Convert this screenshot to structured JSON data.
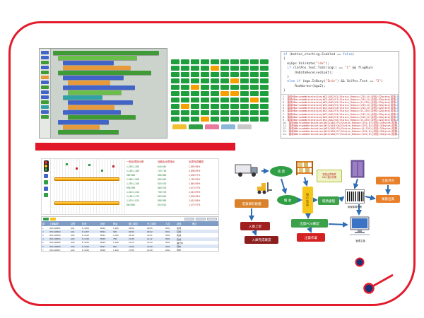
{
  "colors": {
    "accent_red": "#e31c2d",
    "block_green": "#3f9b35",
    "block_blue": "#4263c7",
    "block_orange": "#e8993a",
    "grid_green": "#1f9e3e",
    "grid_orange": "#f59f00",
    "arrow_blue": "#2e6db4",
    "dot_navy": "#16337a"
  },
  "block_editor": {
    "palette_colors": [
      "#4263c7",
      "#4263c7",
      "#3f9b35",
      "#4263c7",
      "#3f9b35",
      "#e8993a",
      "#4263c7",
      "#3f9b35",
      "#4263c7",
      "#4263c7",
      "#3f9b35",
      "#2fa3a3",
      "#4263c7",
      "#3f9b35"
    ],
    "rows": [
      {
        "indent": 0,
        "color": "#3f9b35",
        "w": 150
      },
      {
        "indent": 1,
        "color": "#6abf4b",
        "w": 112
      },
      {
        "indent": 2,
        "color": "#4263c7",
        "w": 72
      },
      {
        "indent": 2,
        "color": "#e8993a",
        "w": 96
      },
      {
        "indent": 1,
        "color": "#3f9b35",
        "w": 132
      },
      {
        "indent": 2,
        "color": "#4263c7",
        "w": 86
      },
      {
        "indent": 3,
        "color": "#e8993a",
        "w": 60
      },
      {
        "indent": 2,
        "color": "#4263c7",
        "w": 102
      },
      {
        "indent": 3,
        "color": "#6abf4b",
        "w": 76
      },
      {
        "indent": 2,
        "color": "#2fa3a3",
        "w": 56
      },
      {
        "indent": 3,
        "color": "#4263c7",
        "w": 92
      },
      {
        "indent": 3,
        "color": "#e8993a",
        "w": 66
      },
      {
        "indent": 2,
        "color": "#4263c7",
        "w": 82
      },
      {
        "indent": 3,
        "color": "#3f9b35",
        "w": 96
      },
      {
        "indent": 1,
        "color": "#4263c7",
        "w": 72
      },
      {
        "indent": 2,
        "color": "#e8993a",
        "w": 52
      },
      {
        "indent": 1,
        "color": "#3f9b35",
        "w": 86
      }
    ]
  },
  "node_grid": {
    "green": "#1f9e3e",
    "orange": "#f59f00",
    "rows": [
      "GGGGGGGGGG",
      "GGGGOGGGGG",
      "GGGGGGGGGG",
      "GGGGGGOGGG",
      "GGOGGGGGGG",
      "GGGGGOOGGG",
      "GGGGGGGGOG",
      "GOGGGGGGGG",
      "GGGGGGGGGG",
      "GGGOGGGGGG"
    ],
    "tabs": [
      "#f0c030",
      "#2f9e44",
      "#e87aa0",
      "#8bb8d8",
      "#c8c8c8"
    ]
  },
  "code_panel": {
    "code_lines": [
      [
        {
          "t": "if ",
          "c": "#2a6bd4"
        },
        {
          "t": "(button_starting.Enabled == "
        },
        {
          "t": "false",
          "c": "#2a6bd4"
        },
        {
          "t": ")"
        }
      ],
      [
        {
          "t": "{"
        }
      ],
      [
        {
          "t": "  myGps.Validate("
        },
        {
          "t": "\"idx\"",
          "c": "#c0392b"
        },
        {
          "t": ");"
        }
      ],
      [
        {
          "t": "  "
        },
        {
          "t": "if ",
          "c": "#2a6bd4"
        },
        {
          "t": "(lblPos.Text.ToString() == "
        },
        {
          "t": "\"1\"",
          "c": "#c0392b"
        },
        {
          "t": " && flagRun)"
        }
      ],
      [
        {
          "t": "      OnDataReceived(pkt);"
        }
      ],
      [
        {
          "t": "  }"
        }
      ],
      [
        {
          "t": "  "
        },
        {
          "t": "else if ",
          "c": "#2a6bd4"
        },
        {
          "t": "(bgw.IsBusy("
        },
        {
          "t": "\"Init\"",
          "c": "#c0392b"
        },
        {
          "t": ") && lblPos.Text == "
        },
        {
          "t": "\"2\"",
          "c": "#c0392b"
        },
        {
          "t": ")"
        }
      ],
      [
        {
          "t": "      RunWorker(bgw2);"
        }
      ],
      [
        {
          "t": "}"
        }
      ]
    ],
    "log_lines": [
      {
        "no": "1",
        "body": "接收#BarcodeWorkstation|WCS/A02/G1/Status_Rebox=(255,0)|封包=32bytes|檢核",
        "tail": "→回應OK"
      },
      {
        "no": "2",
        "body": "接收#BarcodeWorkstation|WCS/A02/F1/Status_Rebox=(255,0)|封包=32bytes|檢核",
        "tail": "→回應OK"
      },
      {
        "no": "3",
        "body": "接收#BarcodeWorkstation|WCS/A02/G2/Status_Rebox=(0,255)|封包=32bytes|檢核",
        "tail": "→回應OK"
      },
      {
        "no": "4",
        "body": "接收#BarcodeWorkstation|WCS/A03/F2/Status_Rebox=(255,0)|封包=32bytes|檢核",
        "tail": "→回應OK"
      },
      {
        "no": "5",
        "body": "接收#BarcodeWorkstation|WCS/A03/G3/Status_Rebox=(255,0)|封包=32bytes|檢核",
        "tail": "→回應OK"
      },
      {
        "no": "6",
        "body": "接收#BarcodeWorkstation|WCS/A02/F3/Status_Rebox=(0,255)|封包=32bytes|檢核",
        "tail": "→回應OK"
      },
      {
        "no": "7",
        "body": "接收#BarcodeWorkstation|WCS/A02/G4/Status_Rebox=(255,0)|封包=32bytes|檢核",
        "tail": "→回應OK"
      },
      {
        "no": "8",
        "body": "接收#BarcodeWorkstation|WCS/A03/F4/Status_Rebox=(255,0)|封包=32bytes|檢核",
        "tail": "→回應OK"
      },
      {
        "no": "9",
        "body": "接收#BarcodeWorkstation|WCS/A02/G5/Status_Rebox=(0,255)|封包=32bytes|檢核",
        "tail": "→回應OK"
      },
      {
        "no": "10",
        "body": "接收#BarcodeWorkstation|WCS/A02/F5/Status_Rebox=(255,0)|封包=32bytes|檢核",
        "tail": "→回應OK"
      },
      {
        "no": "11",
        "body": "接收#BarcodeWorkstation|WCS/A03/G6/Status_Rebox=(255,0)|封包=32bytes|檢核",
        "tail": "→回應OK"
      },
      {
        "no": "12",
        "body": "接收#BarcodeWorkstation|WCS/A02/F6/Status_Rebox=(0,255)|封包=32bytes|檢核",
        "tail": "→回應OK"
      },
      {
        "no": "13",
        "body": "接收#BarcodeWorkstation|WCS/A02/G7/Status_Rebox=(255,0)|封包=32bytes|檢核",
        "tail": "→回應OK"
      },
      {
        "no": "14",
        "body": "接收#BarcodeWorkstation|WCS/A03/F7/Status_Rebox=(255,0)|封包=32bytes|檢核",
        "tail": "→回應OK"
      }
    ]
  },
  "schedule": {
    "groups": [
      {
        "header": "一般出庫指示數",
        "color": "#1f7a2f",
        "lines": [
          "1,250  1,250",
          "1,180  1,180",
          "980  980",
          "1,065  1,065",
          "1,250  1,248",
          "995  995",
          "1,310  1,310",
          "1,180  1,176",
          "1,020  1,020",
          "860  860"
        ]
      },
      {
        "header": "自動倉出庫指示",
        "color": "#1f7a2f",
        "lines": [
          "640  640",
          "720  718",
          "555  555",
          "690  690",
          "615  615",
          "580  578",
          "705  705",
          "660  660",
          "595  595",
          "610  610"
        ]
      },
      {
        "header": "出庫完成確認",
        "color": "#b03030",
        "lines": [
          "1,890  98%",
          "1,898  99%",
          "1,535  97%",
          "1,755  99%",
          "1,863  98%",
          "1,573  97%",
          "2,015  99%",
          "1,836  98%",
          "1,615  98%",
          "1,470  97%"
        ]
      }
    ]
  },
  "table": {
    "headers": [
      "序",
      "工單編號",
      "站別",
      "料號",
      "批號",
      "數量",
      "開工時間",
      "完工時間",
      "人員",
      "狀態",
      "備註"
    ],
    "rows": [
      [
        "1",
        "WO140501",
        "A01",
        "P-1203",
        "B512",
        "1,200",
        "08:00",
        "08:55",
        "W01",
        "完成",
        ""
      ],
      [
        "2",
        "WO140502",
        "A01",
        "P-1207",
        "B513",
        "900",
        "09:00",
        "09:42",
        "W01",
        "完成",
        ""
      ],
      [
        "3",
        "WO140503",
        "A02",
        "P-1210",
        "B514",
        "1,050",
        "09:45",
        "10:31",
        "W02",
        "完成",
        ""
      ],
      [
        "4",
        "WO140504",
        "A02",
        "P-1215",
        "B515",
        "780",
        "10:35",
        "11:12",
        "W02",
        "完成",
        ""
      ],
      [
        "5",
        "WO140505",
        "A03",
        "P-1221",
        "B516",
        "1,300",
        "11:15",
        "12:03",
        "W03",
        "進行中",
        ""
      ],
      [
        "6",
        "WO140506",
        "A03",
        "P-1224",
        "B517",
        "860",
        "13:00",
        "13:39",
        "W03",
        "待命",
        ""
      ],
      [
        "7",
        "WO140507",
        "A04",
        "P-1230",
        "B518",
        "1,100",
        "13:45",
        "14:28",
        "W04",
        "待命",
        ""
      ]
    ]
  },
  "flowchart": {
    "inbound": "進 貨",
    "receive": "驗 收",
    "note_line1": "緊急出貨需求",
    "note_line2": "DAS 指示作業",
    "dock": "出貨月台",
    "import": "進貨資料建檔",
    "slot": "儲位管理",
    "account": "帳務處理",
    "barcode_label": "無線條碼作業",
    "pick": "揀貨出貨",
    "putaway": "入庫上架",
    "putaway_done": "入庫完成確認",
    "pos": "出貨POS確認",
    "ship": "出貨作業",
    "host": "管理主機"
  }
}
